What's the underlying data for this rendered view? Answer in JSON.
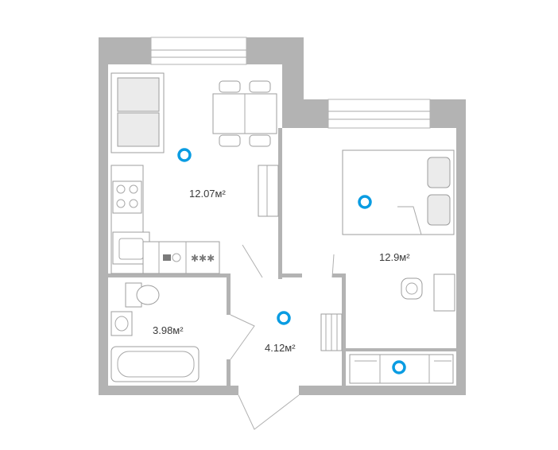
{
  "rooms": [
    {
      "id": "kitchen-living",
      "area": "12.07м²"
    },
    {
      "id": "bedroom",
      "area": "12.9м²"
    },
    {
      "id": "bathroom",
      "area": "3.98м²"
    },
    {
      "id": "hallway",
      "area": "4.12м²"
    }
  ],
  "marker_color": "#0a9ce2",
  "wall_color": "#b3b3b3"
}
